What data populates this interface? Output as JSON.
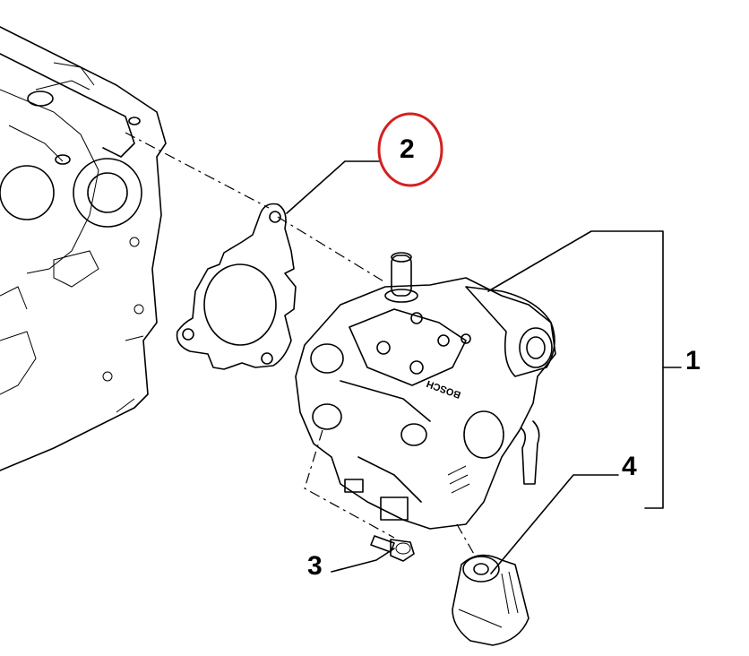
{
  "callouts": [
    {
      "id": "1",
      "label": "1"
    },
    {
      "id": "2",
      "label": "2"
    },
    {
      "id": "3",
      "label": "3"
    },
    {
      "id": "4",
      "label": "4"
    }
  ],
  "highlight": {
    "target": "2",
    "color": "#d42020"
  }
}
